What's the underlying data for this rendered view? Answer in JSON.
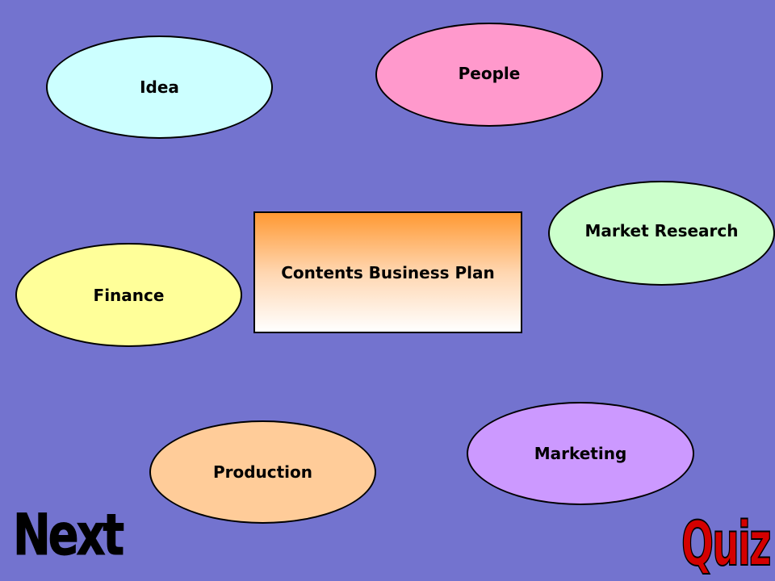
{
  "diagram": {
    "center": {
      "label": "Contents Business Plan"
    },
    "topics": [
      {
        "label": "Idea",
        "color": "#ccffff"
      },
      {
        "label": "People",
        "color": "#ff99cc"
      },
      {
        "label": "Market Research",
        "color": "#ccffcc"
      },
      {
        "label": "Finance",
        "color": "#ffff99"
      },
      {
        "label": "Marketing",
        "color": "#cc99ff"
      },
      {
        "label": "Production",
        "color": "#ffcc99"
      }
    ]
  },
  "navigation": {
    "next_label": "Next",
    "quiz_label": "Quiz"
  },
  "colors": {
    "background": "#7373cf",
    "center_gradient_top": "#ff9933",
    "quiz_text": "#d40000"
  }
}
